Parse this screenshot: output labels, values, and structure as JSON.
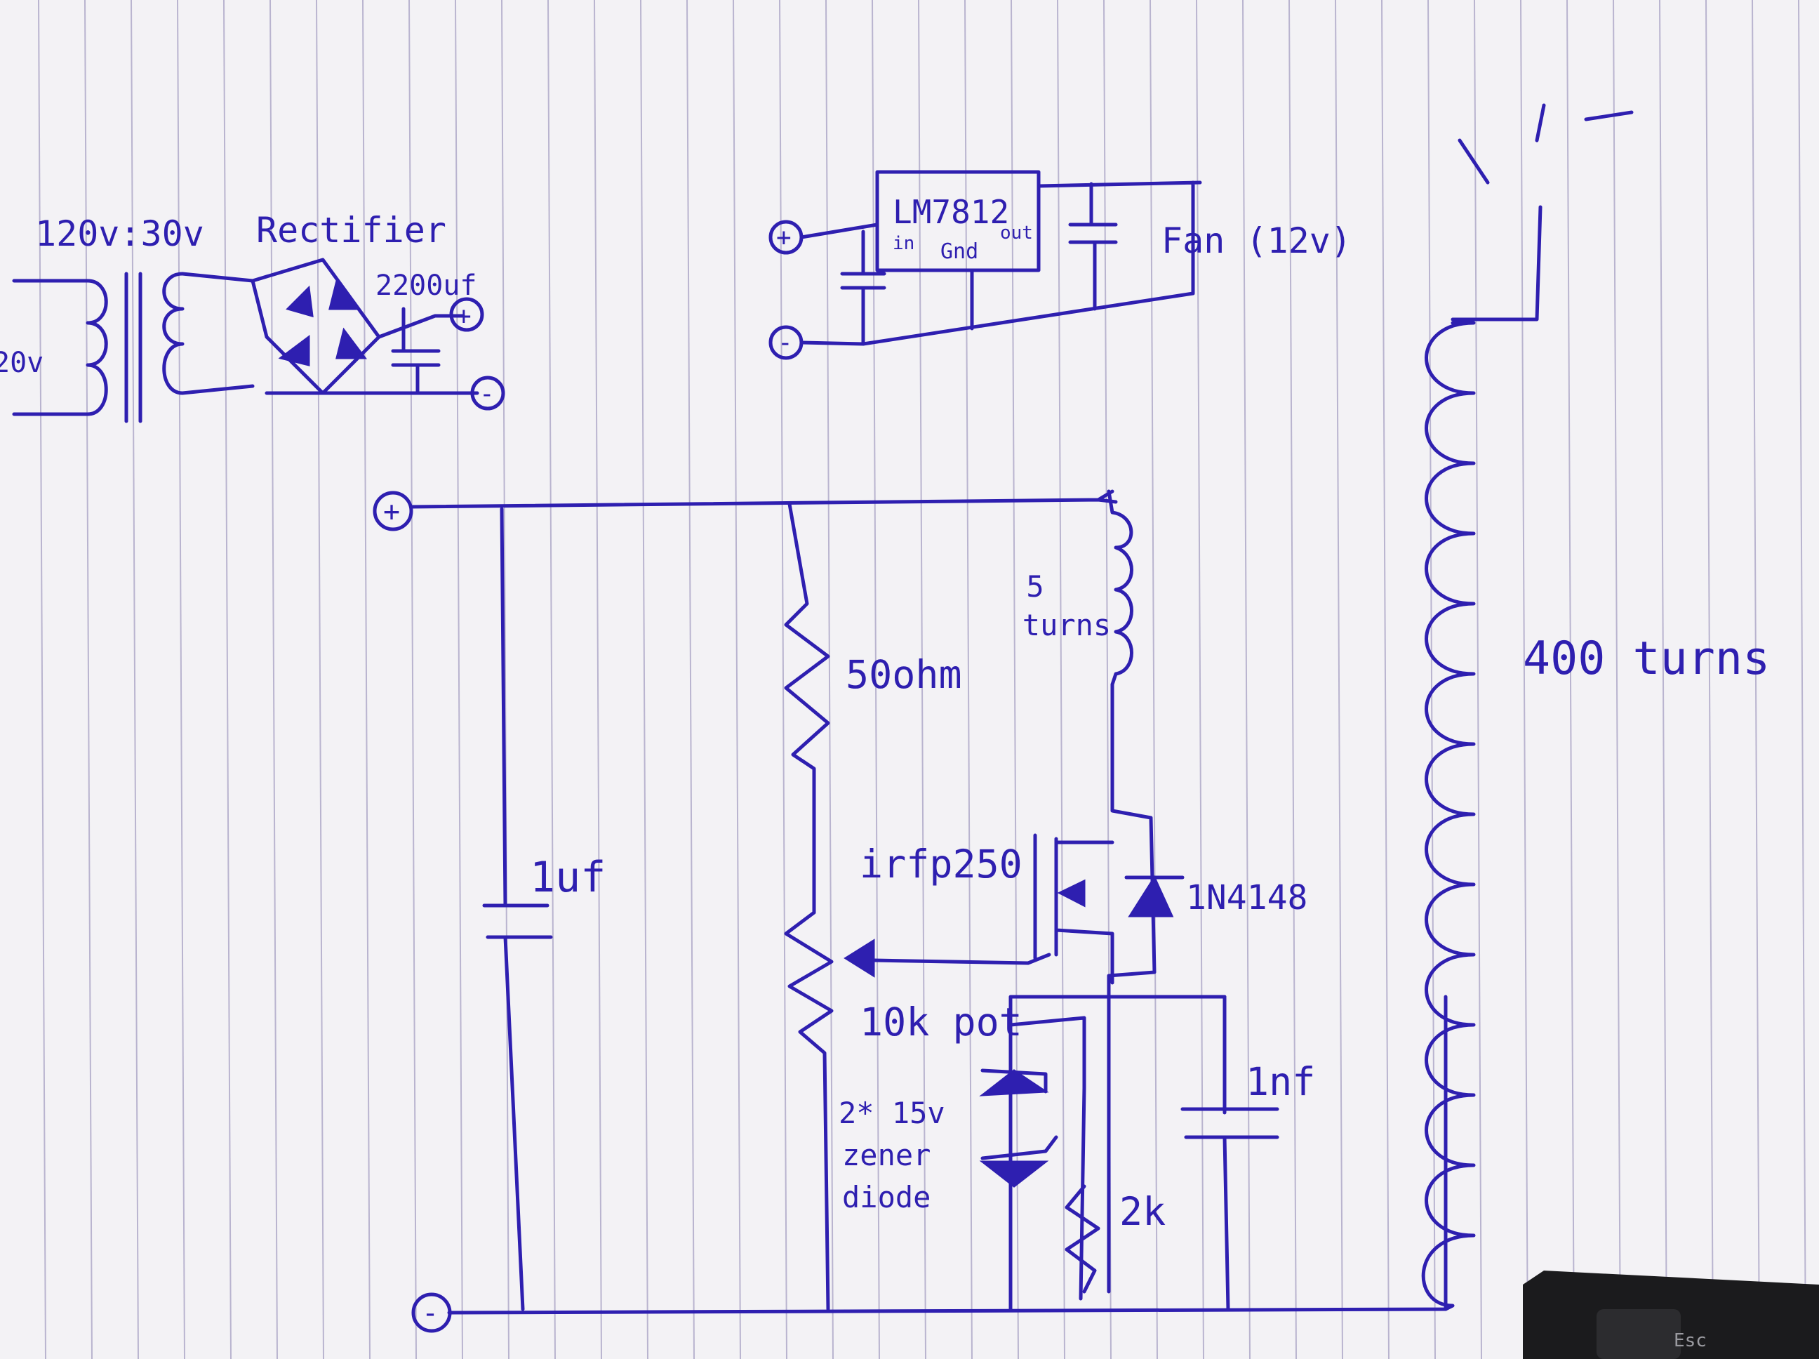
{
  "transformer": {
    "ratio_label": "120v:30v",
    "primary_partial": "20v"
  },
  "rectifier": {
    "label": "Rectifier",
    "cap_label": "2200uf"
  },
  "regulator": {
    "chip": "LM7812",
    "pin_in": "in",
    "pin_gnd": "Gnd",
    "pin_out": "out",
    "load": "Fan (12v)"
  },
  "terminals": {
    "plus": "+",
    "minus": "-"
  },
  "main_circuit": {
    "cap_1": "1uf",
    "resistor": "50ohm",
    "primary_coil": "5\nturns",
    "primary_coil_line1": "5",
    "primary_coil_line2": "turns",
    "mosfet": "irfp250",
    "diode": "1N4148",
    "pot": "10k pot",
    "zener_line1": "2* 15v",
    "zener_line2": "zener",
    "zener_line3": "diode",
    "resistor_2": "2k",
    "cap_2": "1nf"
  },
  "secondary_coil": {
    "label": "400 turns"
  },
  "corner_key": "Esc",
  "colors": {
    "paper": "#f3f2f5",
    "ink": "#2e1fb0",
    "rule_line": "#b9b4cf",
    "margin": "#d8d3e8"
  }
}
